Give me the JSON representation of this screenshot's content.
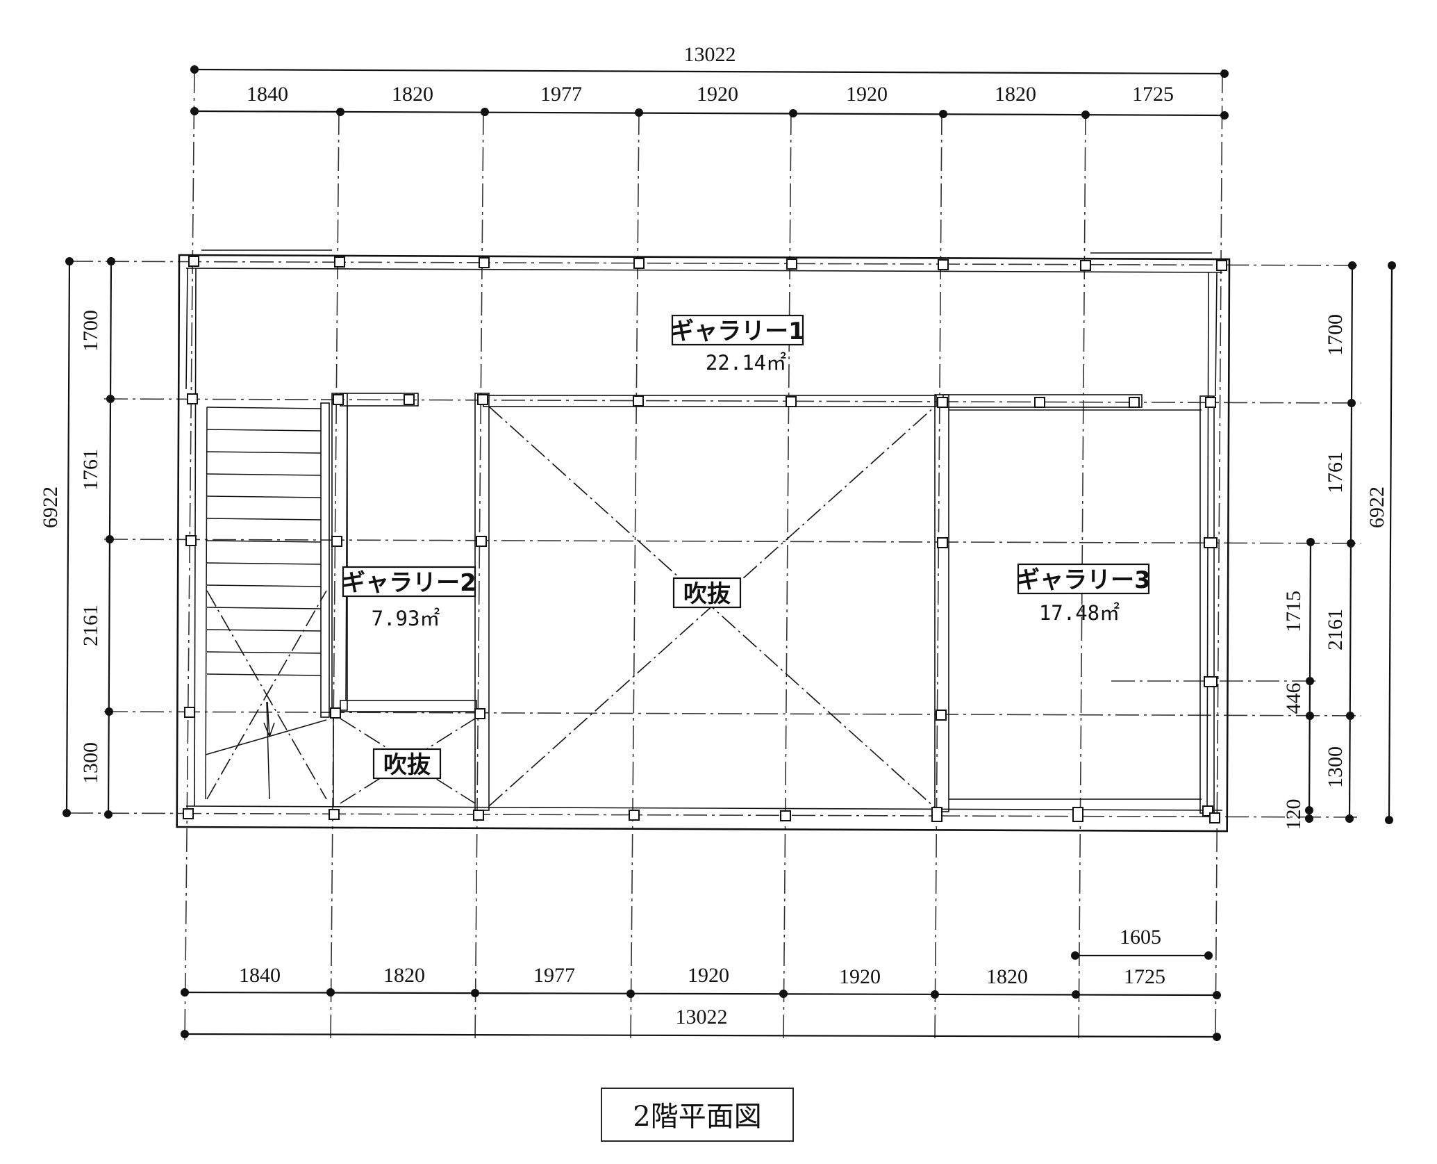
{
  "top_dimensions": {
    "overall": "13022",
    "spans": [
      "1840",
      "1820",
      "1977",
      "1920",
      "1920",
      "1820",
      "1725"
    ]
  },
  "bottom_dimensions": {
    "overall": "13022",
    "spans": [
      "1840",
      "1820",
      "1977",
      "1920",
      "1920",
      "1820",
      "1725"
    ],
    "extra": "1605"
  },
  "left_dimensions": {
    "overall": "6922",
    "spans": [
      "1700",
      "1761",
      "2161",
      "1300"
    ]
  },
  "right_dimensions": {
    "overall": "6922",
    "spans": [
      "1700",
      "1761",
      "2161",
      "1300"
    ],
    "sub_spans": [
      "1715",
      "446",
      "120"
    ]
  },
  "rooms": [
    {
      "name": "ギャラリー1",
      "area": "22.14㎡"
    },
    {
      "name": "ギャラリー2",
      "area": "7.93㎡"
    },
    {
      "name": "ギャラリー3",
      "area": "17.48㎡"
    }
  ],
  "voids": [
    "吹抜",
    "吹抜"
  ],
  "title": "2階平面図"
}
